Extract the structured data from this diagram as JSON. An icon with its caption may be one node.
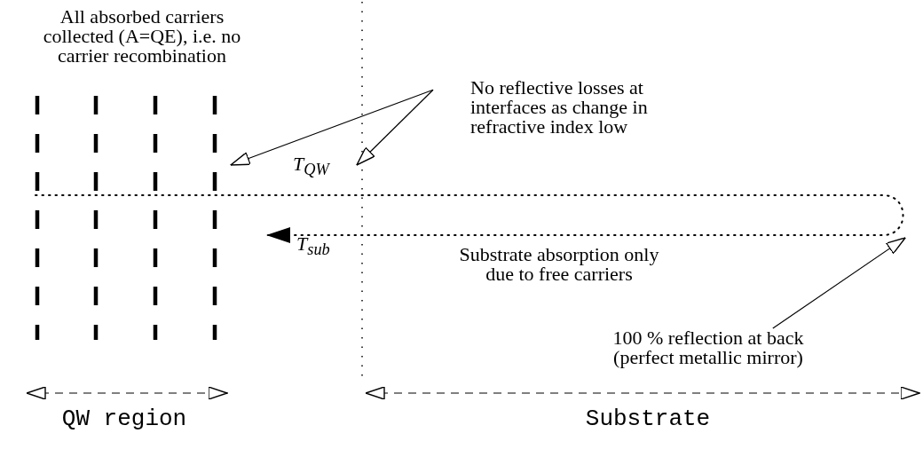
{
  "diagram": {
    "nodes": [
      {
        "text": [
          "No reflective losses at interfaces as change in refractive index low"
        ]
      },
      {
        "text": [
          "100 % reflection at back (perfect metallic mirror)"
        ]
      },
      {
        "text": [],
        "shape": "picture"
      },
      {
        "text": [],
        "shape": "line"
      }
    ],
    "edges": [
      {
        "from": 0,
        "to": 2,
        "arrow": "to"
      },
      {
        "from": 0,
        "to": 3,
        "arrow": "to"
      },
      {
        "from": 1,
        "to": null,
        "arrow": "to"
      }
    ],
    "labels": [
      "All absorbed carriers collected (A=QE), i.e. no carrier recombination",
      "T$_{QW}$",
      "T$_{sub}$",
      "Substrate absorption only due to free carriers",
      "QW region",
      "Substrate"
    ]
  }
}
